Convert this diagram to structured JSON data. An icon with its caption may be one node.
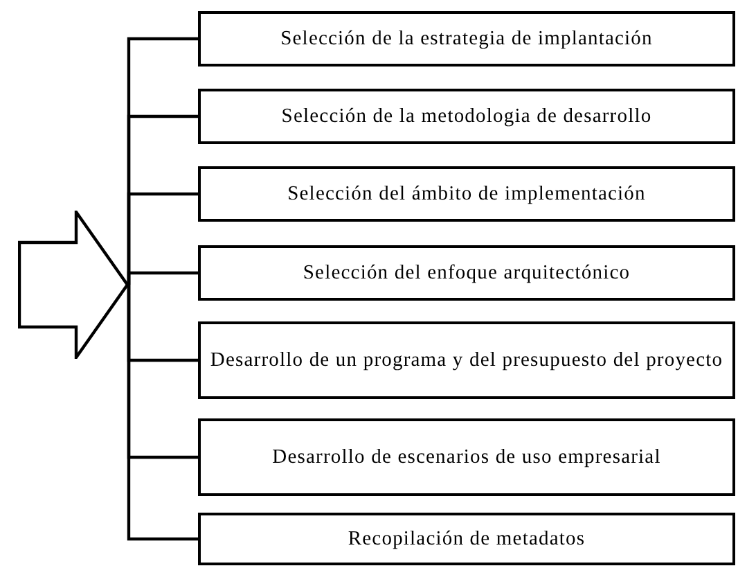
{
  "diagram": {
    "nodes": [
      {
        "text": [],
        "shape": "arrow"
      },
      {
        "text": [
          "Selección de la estrategia de implantación"
        ]
      },
      {
        "text": [
          "Selección de la metodologia de desarrollo"
        ]
      },
      {
        "text": [
          "Selección del ámbito de implementación"
        ]
      },
      {
        "text": [
          "Selección del enfoque arquitectónico"
        ]
      },
      {
        "text": [
          "Desarrollo de un programa y del presupuesto del proyecto"
        ]
      },
      {
        "text": [
          "Desarrollo de escenarios de uso empresarial"
        ]
      },
      {
        "text": [
          "Recopilación de metadatos"
        ]
      }
    ],
    "edges": [
      {
        "from": 0,
        "to": 1,
        "arrow": "none"
      },
      {
        "from": 0,
        "to": 2,
        "arrow": "none"
      },
      {
        "from": 0,
        "to": 3,
        "arrow": "none"
      },
      {
        "from": 0,
        "to": 4,
        "arrow": "none"
      },
      {
        "from": 0,
        "to": 5,
        "arrow": "none"
      },
      {
        "from": 0,
        "to": 6,
        "arrow": "none"
      },
      {
        "from": 0,
        "to": 7,
        "arrow": "none"
      }
    ]
  }
}
